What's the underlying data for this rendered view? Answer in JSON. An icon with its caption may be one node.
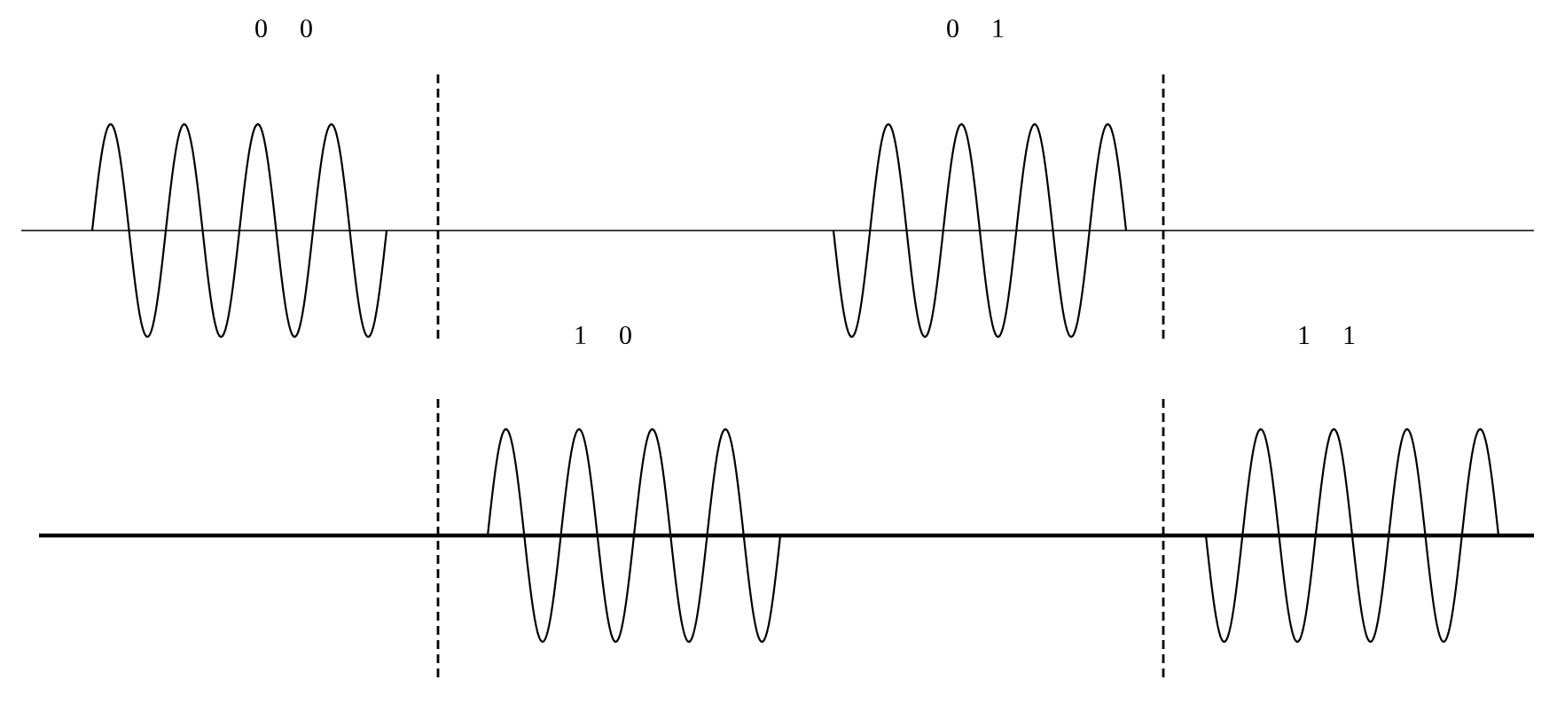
{
  "diagram": {
    "labels": [
      "0 0",
      "0 1",
      "1 0",
      "1 1"
    ]
  }
}
